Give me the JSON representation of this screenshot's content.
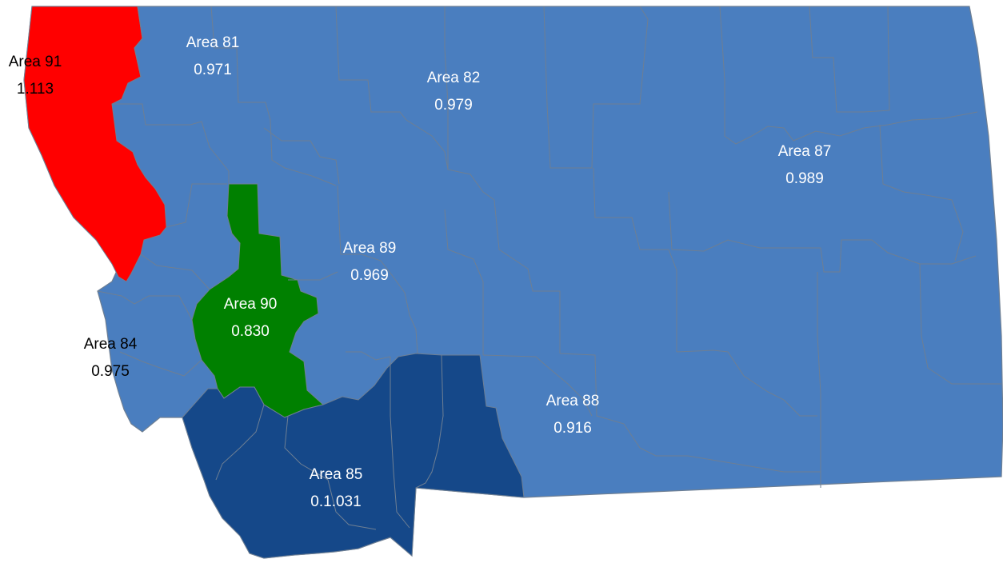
{
  "map": {
    "colors": {
      "default_fill": "#4a7ebf",
      "area91_fill": "#ff0000",
      "area90_fill": "#008000",
      "area85_fill": "#154889",
      "border": "#6e7f93"
    },
    "regions": [
      {
        "name": "Area 81",
        "value": "0.971",
        "label_color": "#ffffff"
      },
      {
        "name": "Area 82",
        "value": "0.979",
        "label_color": "#ffffff"
      },
      {
        "name": "Area 84",
        "value": "0.975",
        "label_color": "#000000"
      },
      {
        "name": "Area 85",
        "value": "0.1.031",
        "label_color": "#ffffff"
      },
      {
        "name": "Area 87",
        "value": "0.989",
        "label_color": "#ffffff"
      },
      {
        "name": "Area 88",
        "value": "0.916",
        "label_color": "#ffffff"
      },
      {
        "name": "Area 89",
        "value": "0.969",
        "label_color": "#ffffff"
      },
      {
        "name": "Area 90",
        "value": "0.830",
        "label_color": "#ffffff"
      },
      {
        "name": "Area 91",
        "value": "1.113",
        "label_color": "#000000"
      }
    ]
  }
}
